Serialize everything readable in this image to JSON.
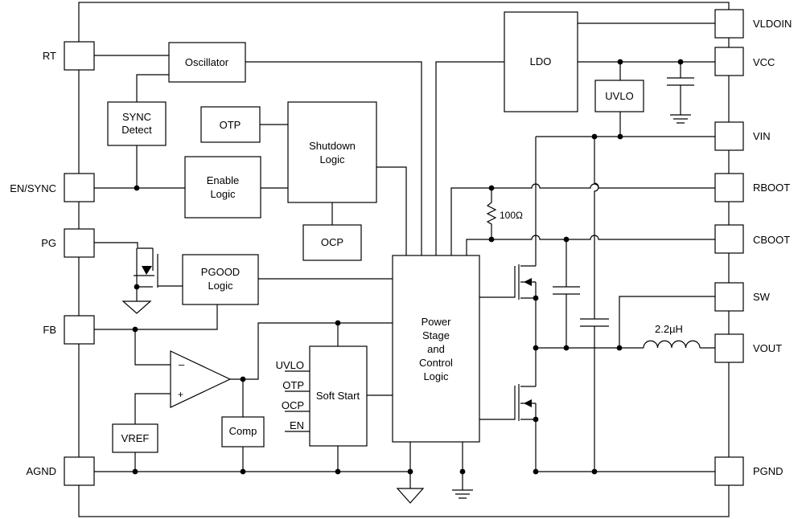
{
  "pins": {
    "rt": "RT",
    "en_sync": "EN/SYNC",
    "pg": "PG",
    "fb": "FB",
    "agnd": "AGND",
    "vldoin": "VLDOIN",
    "vcc": "VCC",
    "vin": "VIN",
    "rboot": "RBOOT",
    "cboot": "CBOOT",
    "sw": "SW",
    "vout": "VOUT",
    "pgnd": "PGND"
  },
  "blocks": {
    "oscillator": "Oscillator",
    "sync_detect": [
      "SYNC",
      "Detect"
    ],
    "otp": "OTP",
    "shutdown_logic": [
      "Shutdown",
      "Logic"
    ],
    "enable_logic": [
      "Enable",
      "Logic"
    ],
    "ocp": "OCP",
    "pgood_logic": [
      "PGOOD",
      "Logic"
    ],
    "vref": "VREF",
    "comp": "Comp",
    "soft_start": "Soft Start",
    "power_stage": [
      "Power",
      "Stage",
      "and",
      "Control",
      "Logic"
    ],
    "ldo": "LDO",
    "uvlo": "UVLO"
  },
  "soft_start_inputs": [
    "UVLO",
    "OTP",
    "OCP",
    "EN"
  ],
  "amp_signs": {
    "minus": "–",
    "plus": "+"
  },
  "components": {
    "resistor_value": "100Ω",
    "inductor_value": "2.2µH"
  }
}
